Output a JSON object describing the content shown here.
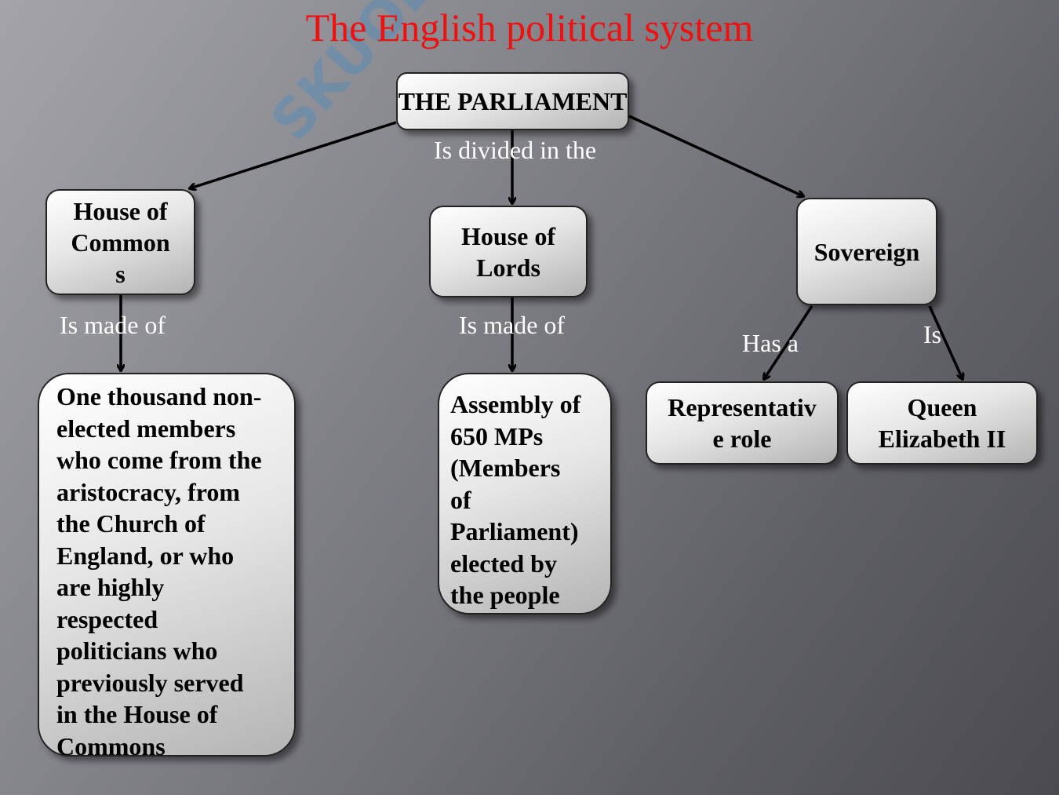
{
  "title": "The English political system",
  "watermark": "SKUOLA.net",
  "nodes": {
    "parliament": "THE PARLIAMENT",
    "commons": "House of\nCommon\ns",
    "lords": "House of\nLords",
    "sovereign": "Sovereign",
    "commons_desc": "One thousand non-\nelected members\nwho come from the\naristocracy, from\nthe Church of\nEngland, or who\nare highly\nrespected\npoliticians who\npreviously served\nin the House of\nCommons",
    "lords_desc": "Assembly of\n650 MPs\n(Members\nof\nParliament)\nelected by\nthe people",
    "representative": "Representativ\ne role",
    "queen": "Queen\nElizabeth II"
  },
  "labels": {
    "divided": "Is divided in the",
    "made_of_1": "Is made of",
    "made_of_2": "Is made of",
    "has_a": "Has a",
    "is": "Is"
  },
  "colors": {
    "title": "#ee1111"
  }
}
